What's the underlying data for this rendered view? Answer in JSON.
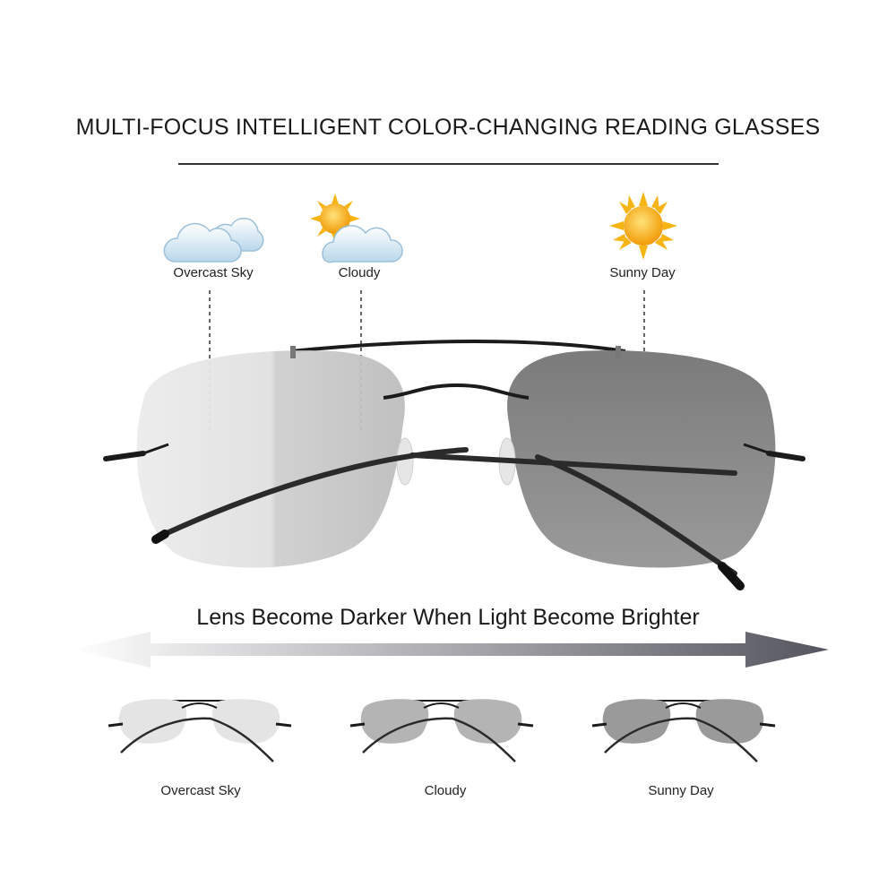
{
  "header": {
    "title": "MULTI-FOCUS INTELLIGENT COLOR-CHANGING READING GLASSES"
  },
  "conditions": [
    {
      "label": "Overcast Sky",
      "icon": "cloud-icon"
    },
    {
      "label": "Cloudy",
      "icon": "sun-cloud-icon"
    },
    {
      "label": "Sunny Day",
      "icon": "sun-icon"
    }
  ],
  "tagline": "Lens Become Darker When Light Become Brighter",
  "variants": [
    {
      "label": "Overcast Sky",
      "lens_tint": "#e4e4e4"
    },
    {
      "label": "Cloudy",
      "lens_tint": "#b4b4b4"
    },
    {
      "label": "Sunny Day",
      "lens_tint": "#9a9a9a"
    }
  ],
  "colors": {
    "frame": "#1b1b1b",
    "lens_light": "#eeeeee",
    "lens_dark": "#7d7d7d",
    "sun": "#f6b20e",
    "cloud": "#cfe4f1"
  }
}
